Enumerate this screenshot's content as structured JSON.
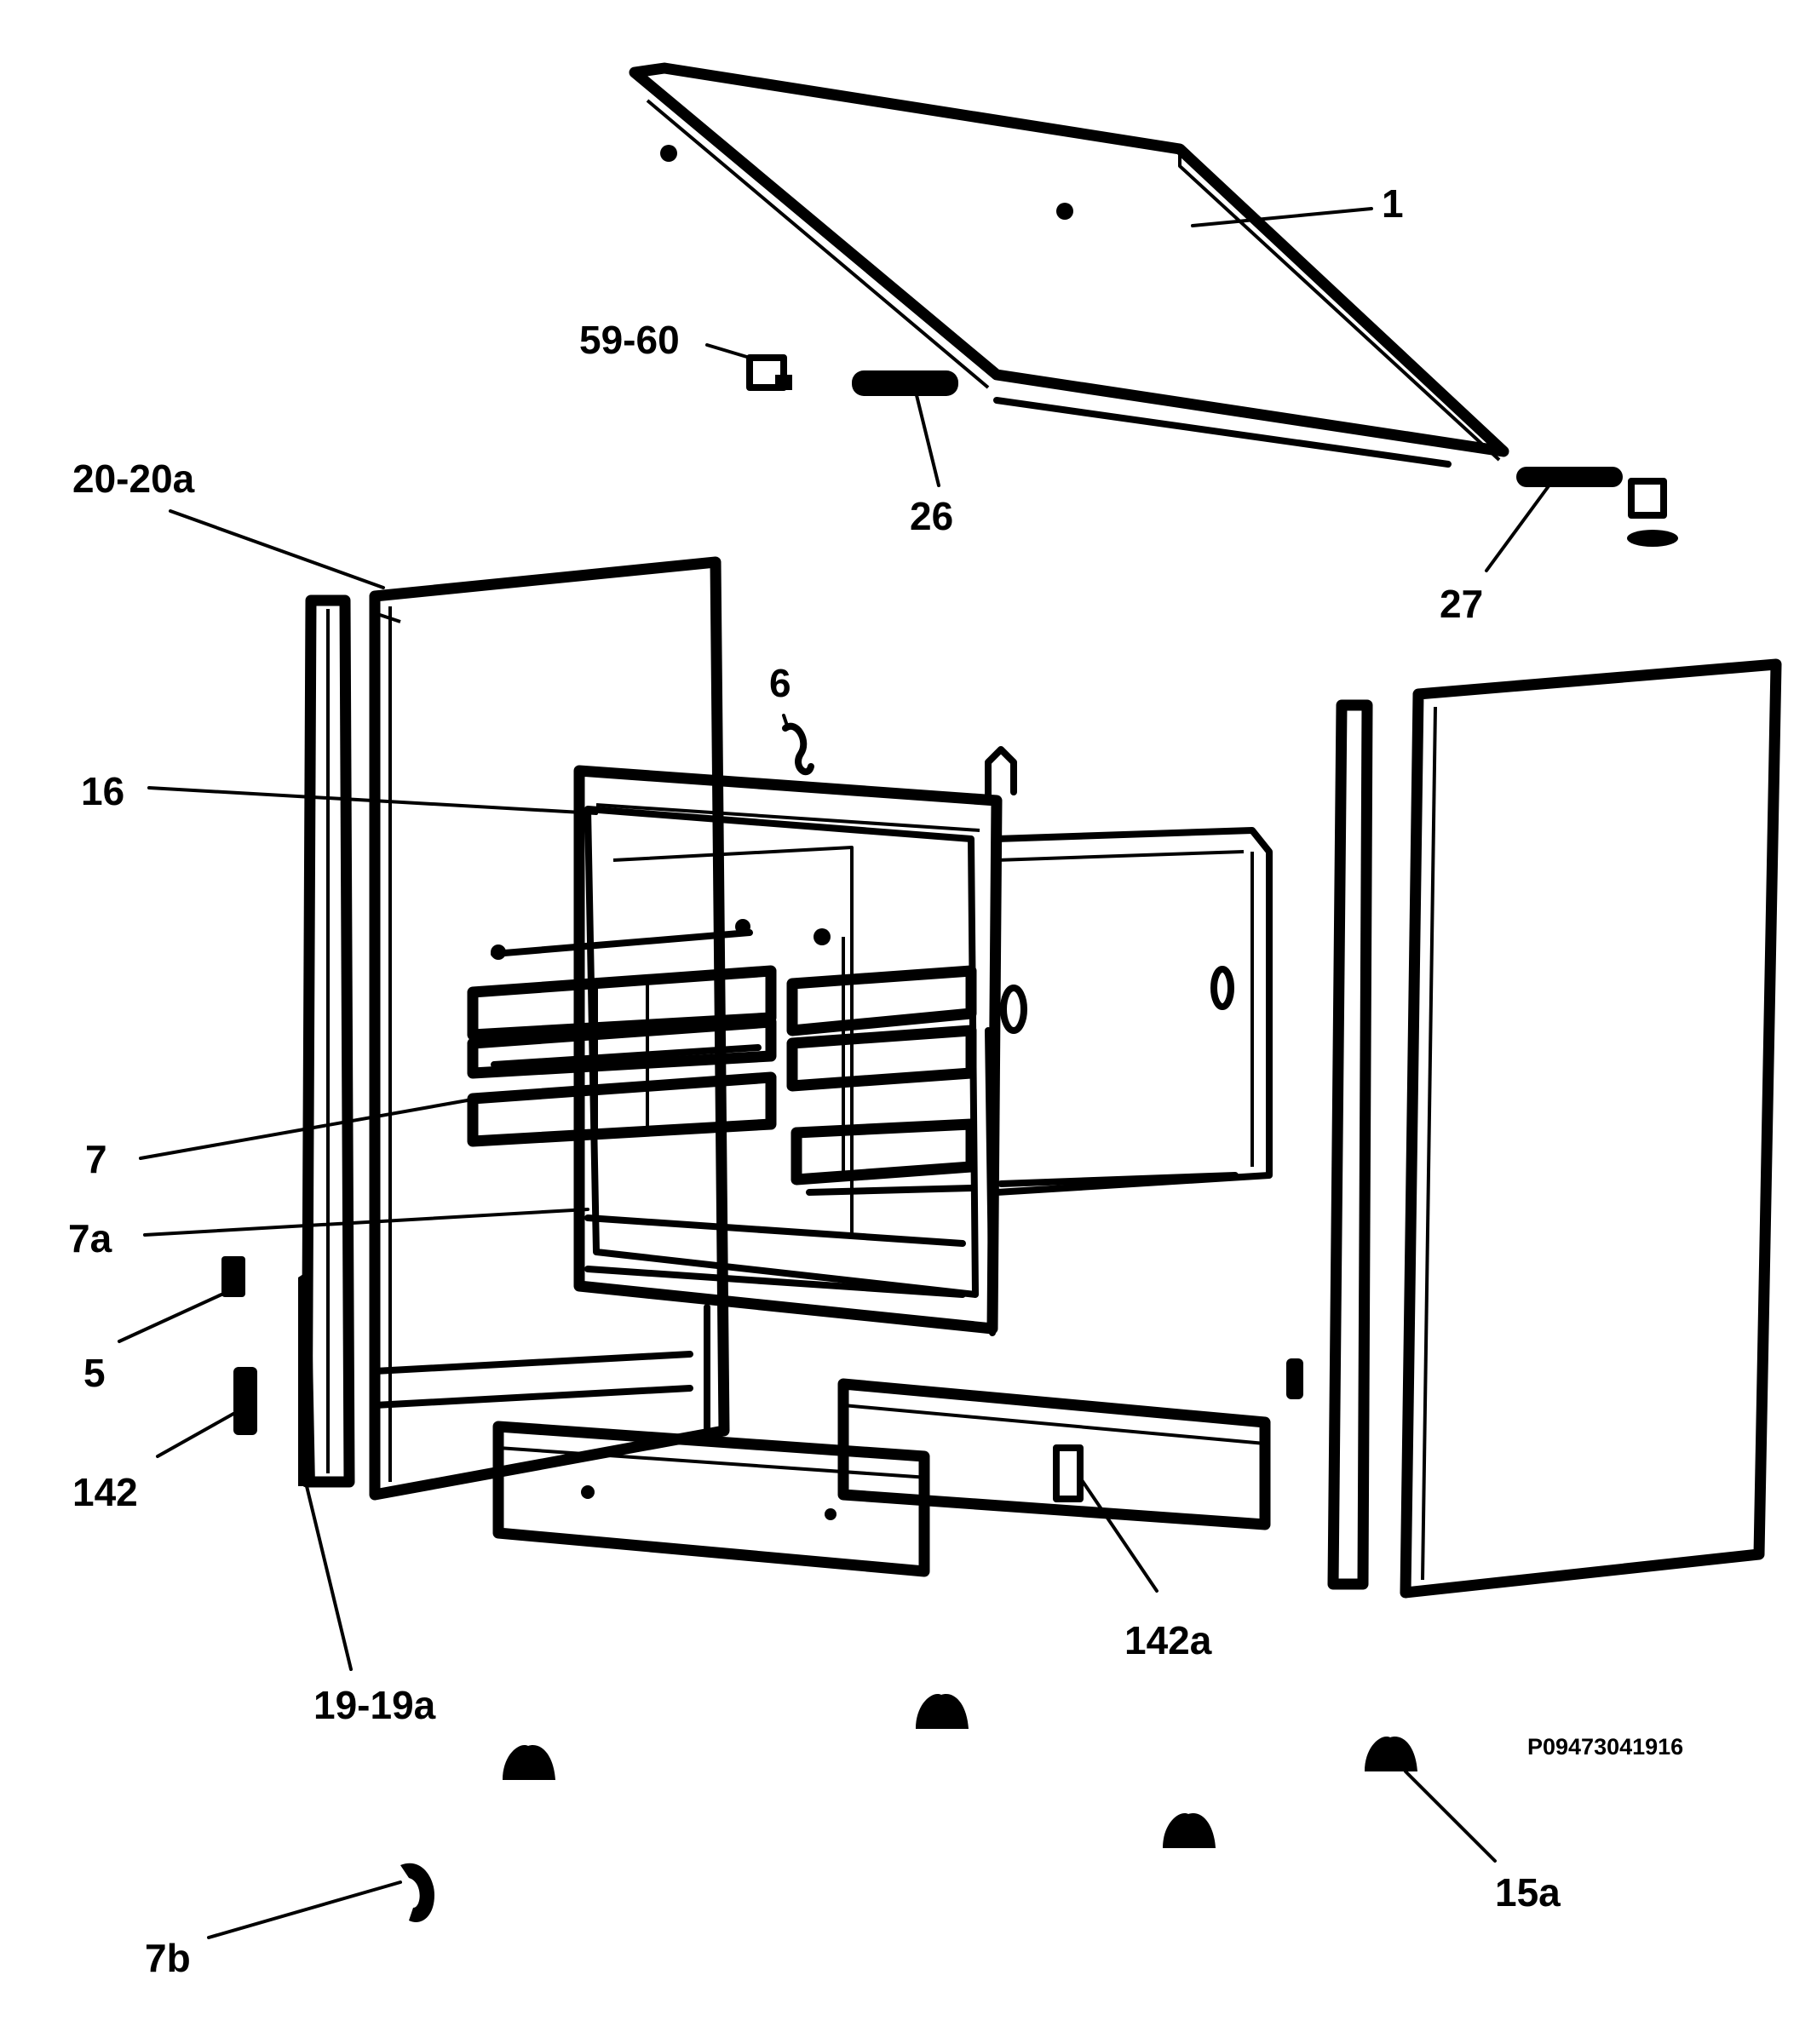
{
  "drawing_ref": "P09473041916",
  "callouts": [
    {
      "id": "c1",
      "text": "1"
    },
    {
      "id": "c59",
      "text": "59-60"
    },
    {
      "id": "c26",
      "text": "26"
    },
    {
      "id": "c20",
      "text": "20-20a"
    },
    {
      "id": "c27",
      "text": "27"
    },
    {
      "id": "c6",
      "text": "6"
    },
    {
      "id": "c16",
      "text": "16"
    },
    {
      "id": "c7",
      "text": "7"
    },
    {
      "id": "c7a",
      "text": "7a"
    },
    {
      "id": "c5",
      "text": "5"
    },
    {
      "id": "c142",
      "text": "142"
    },
    {
      "id": "c142a",
      "text": "142a"
    },
    {
      "id": "c19",
      "text": "19-19a"
    },
    {
      "id": "c15a",
      "text": "15a"
    },
    {
      "id": "c7b",
      "text": "7b"
    }
  ]
}
